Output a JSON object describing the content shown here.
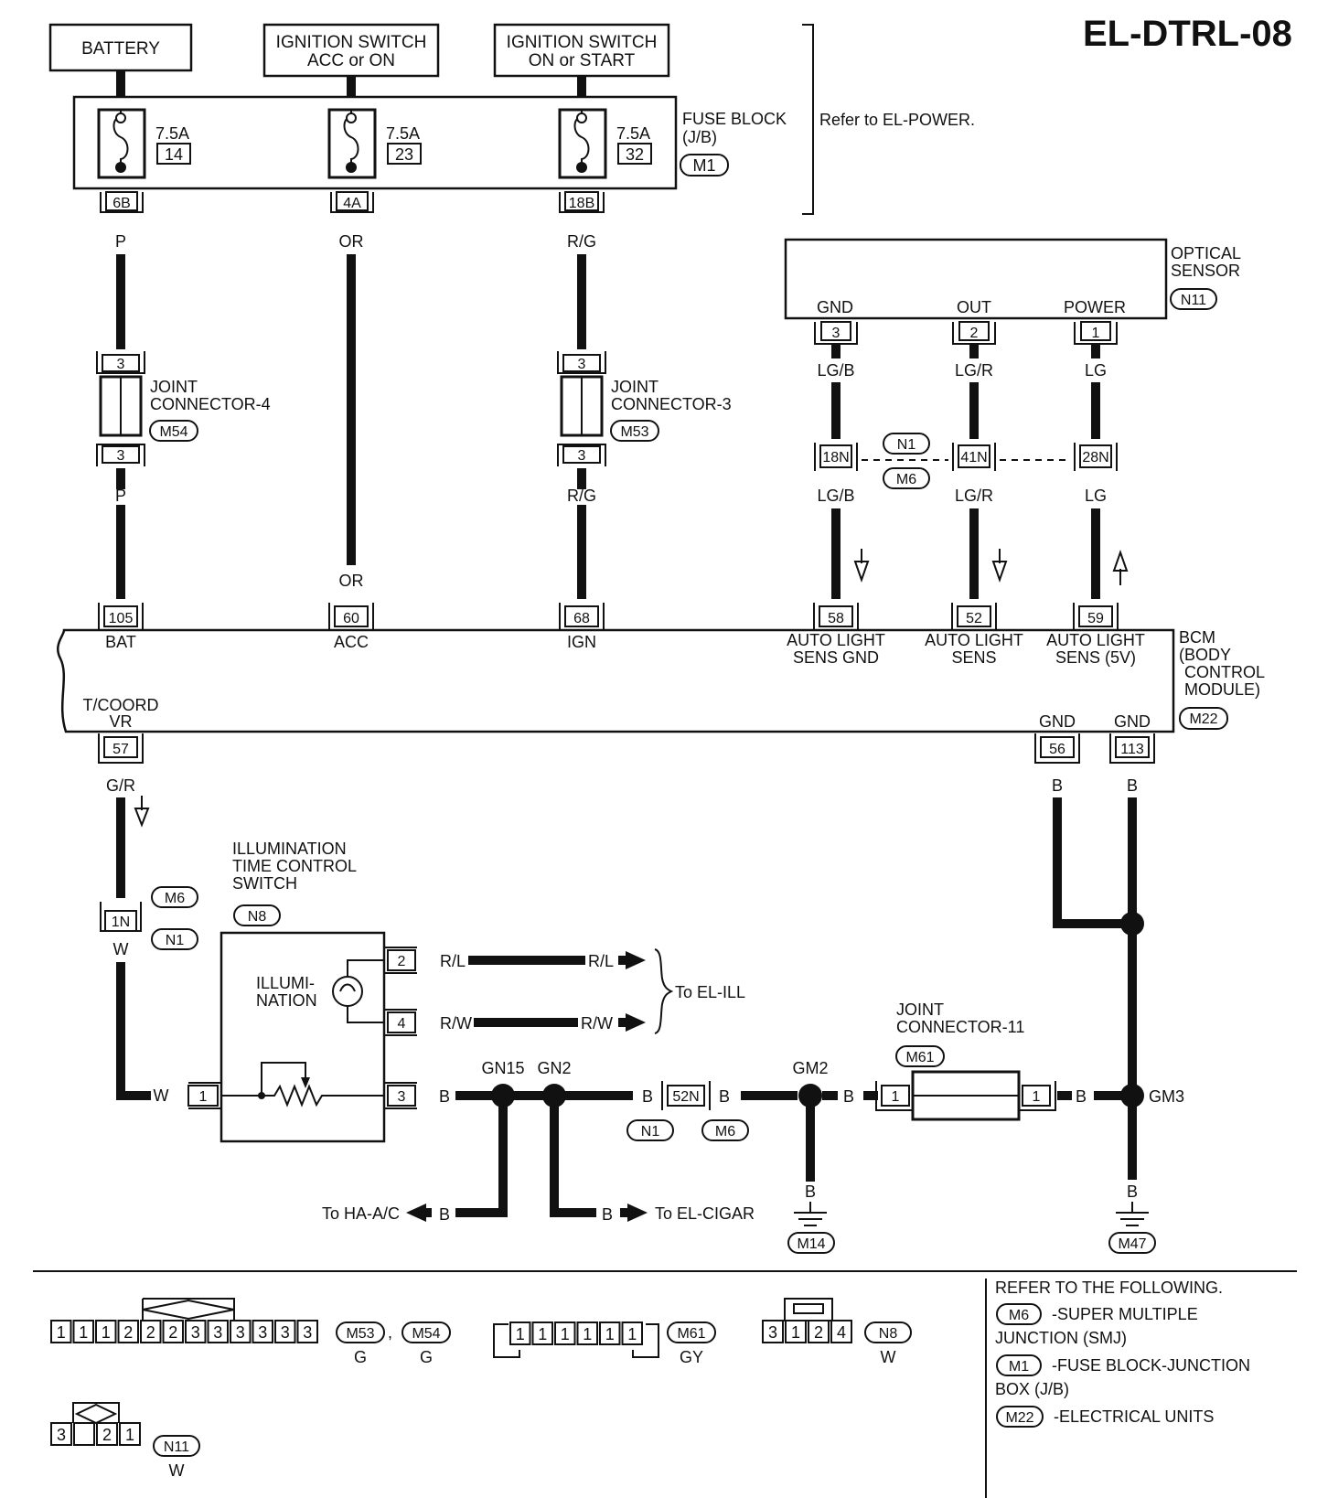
{
  "title": "EL-DTRL-08",
  "power_sources": {
    "battery": "BATTERY",
    "ign_acc_l1": "IGNITION SWITCH",
    "ign_acc_l2": "ACC or ON",
    "ign_on_l1": "IGNITION SWITCH",
    "ign_on_l2": "ON or START"
  },
  "fuse_block": {
    "label_l1": "FUSE BLOCK",
    "label_l2": "(J/B)",
    "connector": "M1",
    "refer": "Refer to EL-POWER.",
    "fuses": [
      {
        "amps": "7.5A",
        "number": "14",
        "terminal": "6B",
        "wire": "P"
      },
      {
        "amps": "7.5A",
        "number": "23",
        "terminal": "4A",
        "wire": "OR"
      },
      {
        "amps": "7.5A",
        "number": "32",
        "terminal": "18B",
        "wire": "R/G"
      }
    ]
  },
  "joint_connector_4": {
    "l1": "JOINT",
    "l2": "CONNECTOR-4",
    "connector": "M54",
    "pin_top": "3",
    "pin_bottom": "3",
    "wire_out": "P"
  },
  "joint_connector_3": {
    "l1": "JOINT",
    "l2": "CONNECTOR-3",
    "connector": "M53",
    "pin_top": "3",
    "pin_bottom": "3",
    "wire_out": "R/G"
  },
  "or_wire_label": "OR",
  "optical_sensor": {
    "l1": "OPTICAL",
    "l2": "SENSOR",
    "connector": "N11",
    "pins": [
      {
        "name": "GND",
        "pin": "3",
        "wire": "LG/B",
        "junction": "18N",
        "wire2": "LG/B"
      },
      {
        "name": "OUT",
        "pin": "2",
        "wire": "LG/R",
        "junction": "41N",
        "wire2": "LG/R"
      },
      {
        "name": "POWER",
        "pin": "1",
        "wire": "LG",
        "junction": "28N",
        "wire2": "LG"
      }
    ],
    "junction_conn_1": "N1",
    "junction_conn_2": "M6"
  },
  "bcm": {
    "l1": "BCM",
    "l2": "(BODY",
    "l3": "CONTROL",
    "l4": "MODULE)",
    "connector": "M22",
    "top_terminals": [
      {
        "pin": "105",
        "l1": "BAT",
        "l2": ""
      },
      {
        "pin": "60",
        "l1": "ACC",
        "l2": ""
      },
      {
        "pin": "68",
        "l1": "IGN",
        "l2": ""
      },
      {
        "pin": "58",
        "l1": "AUTO LIGHT",
        "l2": "SENS GND"
      },
      {
        "pin": "52",
        "l1": "AUTO LIGHT",
        "l2": "SENS"
      },
      {
        "pin": "59",
        "l1": "AUTO LIGHT",
        "l2": "SENS (5V)"
      }
    ],
    "tcoord_l1": "T/COORD",
    "tcoord_l2": "VR",
    "tcoord_pin": "57",
    "tcoord_wire": "G/R",
    "gnd_terminals": [
      {
        "label": "GND",
        "pin": "56",
        "wire": "B"
      },
      {
        "label": "GND",
        "pin": "113",
        "wire": "B"
      }
    ]
  },
  "smj_1n": {
    "pin": "1N",
    "conn_1": "M6",
    "conn_2": "N1",
    "wire": "W"
  },
  "illum_switch": {
    "l1": "ILLUMINATION",
    "l2": "TIME CONTROL",
    "l3": "SWITCH",
    "connector": "N8",
    "lamp_l1": "ILLUMI-",
    "lamp_l2": "NATION",
    "pin_in": "1",
    "wire_in": "W",
    "pins_out": [
      {
        "pin": "2",
        "wire": "R/L",
        "wire_far": "R/L"
      },
      {
        "pin": "4",
        "wire": "R/W",
        "wire_far": "R/W"
      },
      {
        "pin": "3",
        "wire": "B"
      }
    ],
    "to_ill": "To EL-ILL"
  },
  "ground_path": {
    "gn15": "GN15",
    "gn2": "GN2",
    "wire_b": "B",
    "junction_52n": "52N",
    "conn_n1": "N1",
    "conn_m6": "M6",
    "gm2": "GM2",
    "gm3": "GM3",
    "ground_m14": "M14",
    "ground_m47": "M47",
    "to_ha": "To HA-A/C",
    "to_cigar": "To EL-CIGAR"
  },
  "joint_connector_11": {
    "l1": "JOINT",
    "l2": "CONNECTOR-11",
    "connector": "M61",
    "pin_left": "1",
    "pin_right": "1"
  },
  "connector_views": {
    "m53_pins": [
      "1",
      "1",
      "1",
      "2",
      "2",
      "2",
      "3",
      "3",
      "3",
      "3",
      "3",
      "3"
    ],
    "m53": "M53",
    "m54": "M54",
    "m53_color": "G",
    "m54_color": "G",
    "comma": ",",
    "m61_pins": [
      "1",
      "1",
      "1",
      "1",
      "1",
      "1"
    ],
    "m61": "M61",
    "m61_color": "GY",
    "n8_pins": [
      "3",
      "1",
      "2",
      "4"
    ],
    "n8": "N8",
    "n8_color": "W",
    "n11_pins": [
      "3",
      "",
      "2",
      "1"
    ],
    "n11": "N11",
    "n11_color": "W"
  },
  "legend": {
    "header": "REFER TO THE FOLLOWING.",
    "items": [
      {
        "conn": "M6",
        "l1": "-SUPER MULTIPLE",
        "l2": "JUNCTION (SMJ)"
      },
      {
        "conn": "M1",
        "l1": "-FUSE BLOCK-JUNCTION",
        "l2": "BOX (J/B)"
      },
      {
        "conn": "M22",
        "l1": "-ELECTRICAL UNITS",
        "l2": ""
      }
    ]
  },
  "colors": {
    "ink": "#111111",
    "paper": "#ffffff"
  }
}
